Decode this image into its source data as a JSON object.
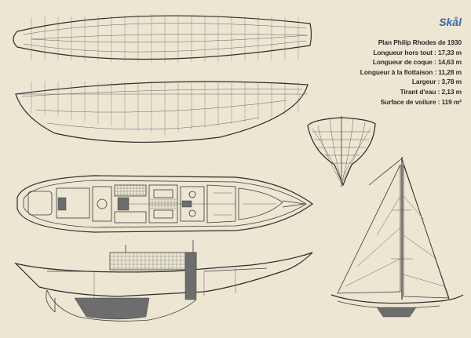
{
  "title": "Skål",
  "specs": [
    "Plan Philip Rhodes de 1930",
    "Longueur hors tout : 17,33 m",
    "Longueur de coque : 14,63 m",
    "Longueur à la flottaison : 11,28 m",
    "Largeur : 3,78 m",
    "Tirant d'eau : 2,13 m",
    "Surface de voilure : 119 m²"
  ],
  "colors": {
    "paper": "#ece6d2",
    "ink": "#2b2b2b",
    "title": "#3a64a8"
  }
}
